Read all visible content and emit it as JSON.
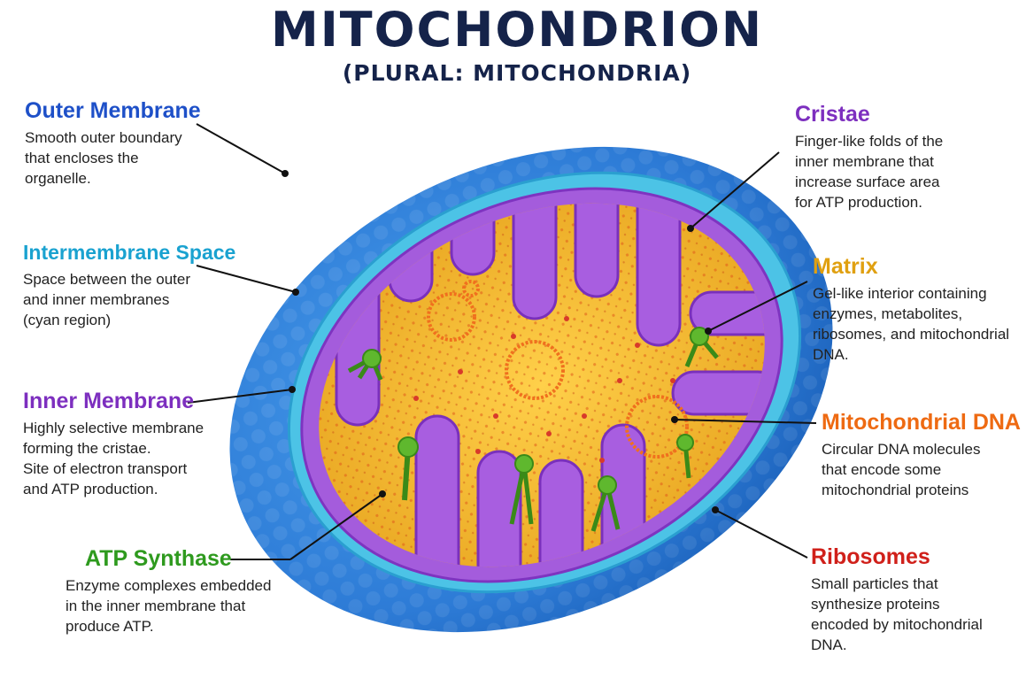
{
  "header": {
    "title": "MITOCHONDRION",
    "subtitle": "(PLURAL: MITOCHONDRIA)"
  },
  "colors": {
    "outer_membrane": "#2f7fd8",
    "intermembrane": "#2fb6da",
    "inner_membrane": "#9b4fd6",
    "matrix": "#f2b82a",
    "dna": "#f0701e",
    "atp_synthase": "#5fb82e",
    "ribosome": "#d83a2a"
  },
  "labels": {
    "outer_membrane": {
      "head": "Outer Membrane",
      "desc": "Smooth outer boundary\nthat encloses the\norganelle.",
      "color": "#1e50c8"
    },
    "intermembrane": {
      "head": "Intermembrane Space",
      "desc": "Space between the outer\nand inner membranes\n(cyan region)",
      "color": "#1aa2d0"
    },
    "inner_membrane": {
      "head": "Inner Membrane",
      "desc": "Highly selective membrane\nforming the cristae.\nSite of electron transport\nand ATP production.",
      "color": "#7d2fbf"
    },
    "atp_synthase": {
      "head": "ATP Synthase",
      "desc": "Enzyme complexes embedded\nin the inner membrane that\nproduce ATP.",
      "color": "#2e9a1e"
    },
    "cristae": {
      "head": "Cristae",
      "desc": "Finger-like folds of the\ninner membrane that\nincrease surface area\nfor ATP production.",
      "color": "#7d2fbf"
    },
    "matrix": {
      "head": "Matrix",
      "desc": "Gel-like interior containing\nenzymes, metabolites,\nribosomes, and mitochondrial\nDNA.",
      "color": "#e0a010"
    },
    "mito_dna": {
      "head": "Mitochondrial DNA",
      "desc": "Circular DNA molecules\nthat encode some\nmitochondrial proteins",
      "color": "#ee6a12"
    },
    "ribosomes": {
      "head": "Ribosomes",
      "desc": "Small particles that\nsynthesize proteins\nencoded by mitochondrial\nDNA.",
      "color": "#d0201a"
    }
  }
}
